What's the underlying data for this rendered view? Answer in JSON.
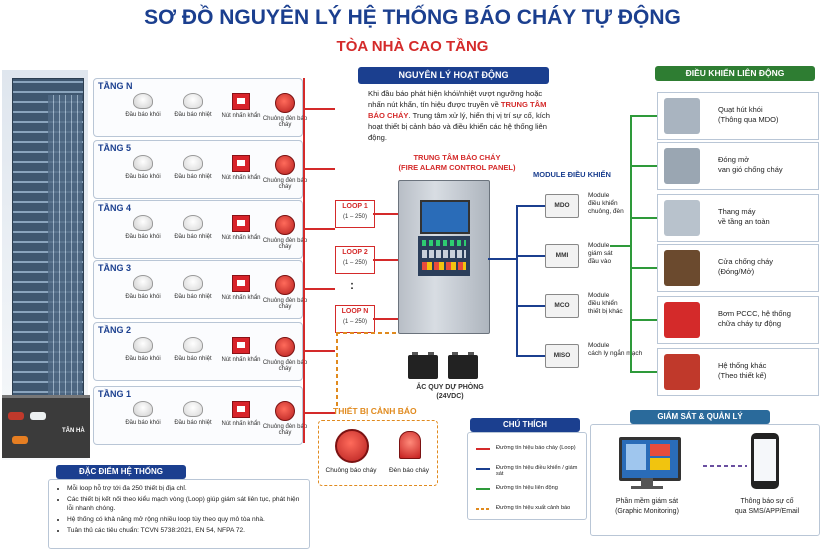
{
  "title": "SƠ ĐỒ NGUYÊN LÝ HỆ THỐNG BÁO CHÁY TỰ ĐỘNG",
  "subtitle": "TÒA NHÀ CAO TẦNG",
  "floors": [
    {
      "label": "TẦNG N"
    },
    {
      "label": "TẦNG 5"
    },
    {
      "label": "TẦNG 4"
    },
    {
      "label": "TẦNG 3"
    },
    {
      "label": "TẦNG 2"
    },
    {
      "label": "TẦNG 1"
    }
  ],
  "devices": {
    "smoke": "Đầu báo khói",
    "heat": "Đầu báo nhiệt",
    "callpoint": "Nút nhấn khẩn",
    "bell": "Chuông đèn báo cháy"
  },
  "loops": [
    {
      "name": "LOOP 1",
      "range": "(1 – 250)"
    },
    {
      "name": "LOOP 2",
      "range": "(1 – 250)"
    },
    {
      "name": "LOOP N",
      "range": "(1 – 250)"
    }
  ],
  "loops_ellipsis": ":",
  "principle": {
    "title": "NGUYÊN LÝ HOẠT ĐỘNG",
    "text_a": "Khi đầu báo phát hiện khói/nhiệt vượt ngưỡng hoặc nhấn nút khẩn, tín hiệu được truyền về ",
    "text_highlight": "TRUNG TÂM BÁO CHÁY",
    "text_b": ". Trung tâm xử lý, hiển thị vị trí sự cố, kích hoạt thiết bị cảnh báo và điều khiển các hệ thống liên động."
  },
  "facp": {
    "title": "TRUNG TÂM BÁO CHÁY",
    "subtitle": "(FIRE ALARM CONTROL PANEL)"
  },
  "battery": {
    "label": "ẮC QUY DỰ PHÒNG",
    "voltage": "(24VDC)"
  },
  "modules": {
    "title": "MODULE ĐIỀU KHIỂN",
    "items": [
      {
        "code": "MDO",
        "l1": "Module",
        "l2": "điều khiển",
        "l3": "chuông, đèn"
      },
      {
        "code": "MMI",
        "l1": "Module",
        "l2": "giám sát",
        "l3": "đầu vào"
      },
      {
        "code": "MCO",
        "l1": "Module",
        "l2": "điều khiển",
        "l3": "thiết bị khác"
      },
      {
        "code": "MISO",
        "l1": "Module",
        "l2": "cách ly ngắn mạch",
        "l3": ""
      }
    ]
  },
  "control": {
    "title": "ĐIỀU KHIỂN LIÊN ĐỘNG",
    "items": [
      {
        "l1": "Quạt hút khói",
        "l2": "(Thông qua MDO)",
        "icon": "exhaust-fan-icon"
      },
      {
        "l1": "Đóng mở",
        "l2": "van gió chống cháy",
        "icon": "fire-damper-icon"
      },
      {
        "l1": "Thang máy",
        "l2": "về tầng an toàn",
        "icon": "elevator-icon"
      },
      {
        "l1": "Cửa chống cháy",
        "l2": "(Đóng/Mở)",
        "icon": "fire-door-icon"
      },
      {
        "l1": "Bơm PCCC, hệ thống",
        "l2": "chữa cháy tự động",
        "icon": "fire-pump-icon"
      },
      {
        "l1": "Hệ thống khác",
        "l2": "(Theo thiết kế)",
        "icon": "other-system-icon"
      }
    ]
  },
  "alarm": {
    "title": "THIẾT BỊ CẢNH BÁO",
    "bell": "Chuông báo cháy",
    "light": "Đèn báo cháy"
  },
  "legend": {
    "title": "CHÚ THÍCH",
    "items": [
      {
        "text": "Đường tín hiệu báo cháy (Loop)",
        "color": "#d42a2a"
      },
      {
        "text": "Đường tín hiệu điều khiển / giám sát",
        "color": "#1b3f8f"
      },
      {
        "text": "Đường tín hiệu liên động",
        "color": "#2e9a3a"
      },
      {
        "text": "Đường tín hiệu xuất cảnh báo",
        "color": "#e08a1e"
      }
    ]
  },
  "monitoring": {
    "title": "GIÁM SÁT & QUẢN LÝ",
    "pc_l1": "Phần mềm giám sát",
    "pc_l2": "(Graphic Monitoring)",
    "phone_l1": "Thông báo sự cố",
    "phone_l2": "qua SMS/APP/Email"
  },
  "features": {
    "title": "ĐẶC ĐIỂM HỆ THỐNG",
    "items": [
      "Mỗi loop hỗ trợ tới đa 250 thiết bị địa chỉ.",
      "Các thiết bị kết nối theo kiểu mạch vòng (Loop) giúp giám sát liên tục, phát hiện lỗi nhanh chóng.",
      "Hệ thống có khả năng mở rộng nhiều loop tùy theo quy mô tòa nhà.",
      "Tuân thủ các tiêu chuẩn: TCVN 5738:2021, EN 54, NFPA 72."
    ]
  },
  "building_sign": "TÂN HÀ"
}
